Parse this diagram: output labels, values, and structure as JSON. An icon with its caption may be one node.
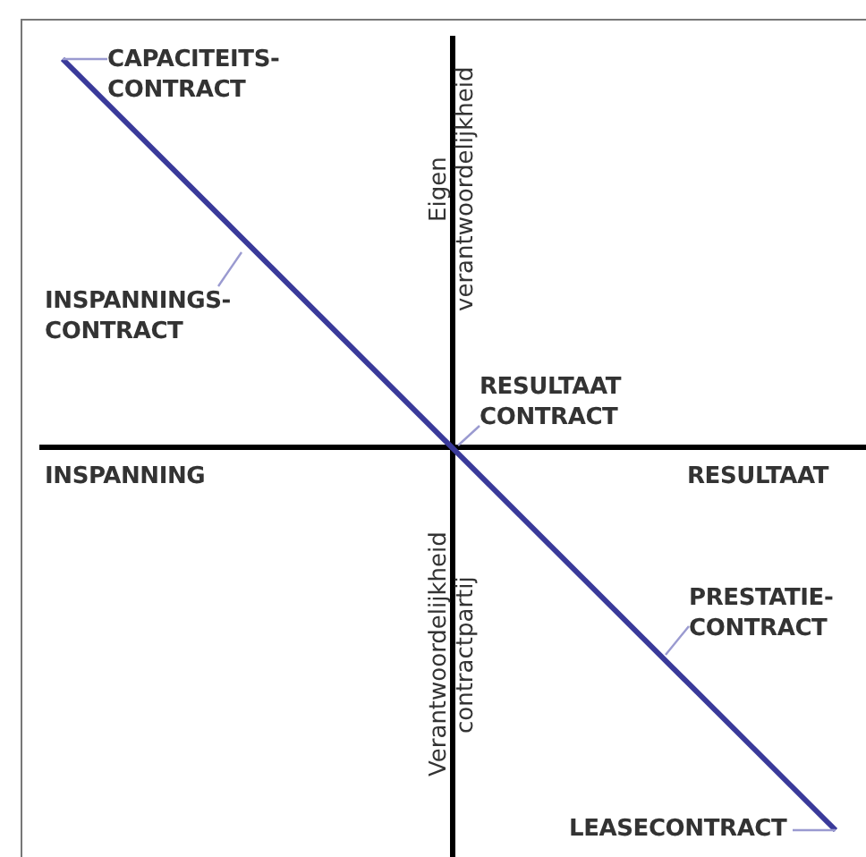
{
  "diagram": {
    "nodes": [
      {
        "text": [
          "CAPACITEITS- CONTRACT"
        ]
      },
      {
        "text": [
          "INSPANNINGS- CONTRACT"
        ]
      },
      {
        "text": [
          "RESULTAAT CONTRACT"
        ]
      },
      {
        "text": [
          "PRESTATIE- CONTRACT"
        ]
      },
      {
        "text": [
          "LEASECONTRACT"
        ]
      }
    ],
    "edges": [
      {
        "from": 0,
        "to": null,
        "arrow": "none"
      },
      {
        "from": 1,
        "to": null,
        "arrow": "none"
      },
      {
        "from": 2,
        "to": null,
        "arrow": "none"
      },
      {
        "from": 3,
        "to": null,
        "arrow": "none"
      },
      {
        "from": 4,
        "to": null,
        "arrow": "none"
      }
    ],
    "labels": [
      "Eigen verantwoordelijkheid",
      "INSPANNING",
      "RESULTAAT",
      "Verantwoordelijkheid contractpartij"
    ]
  }
}
